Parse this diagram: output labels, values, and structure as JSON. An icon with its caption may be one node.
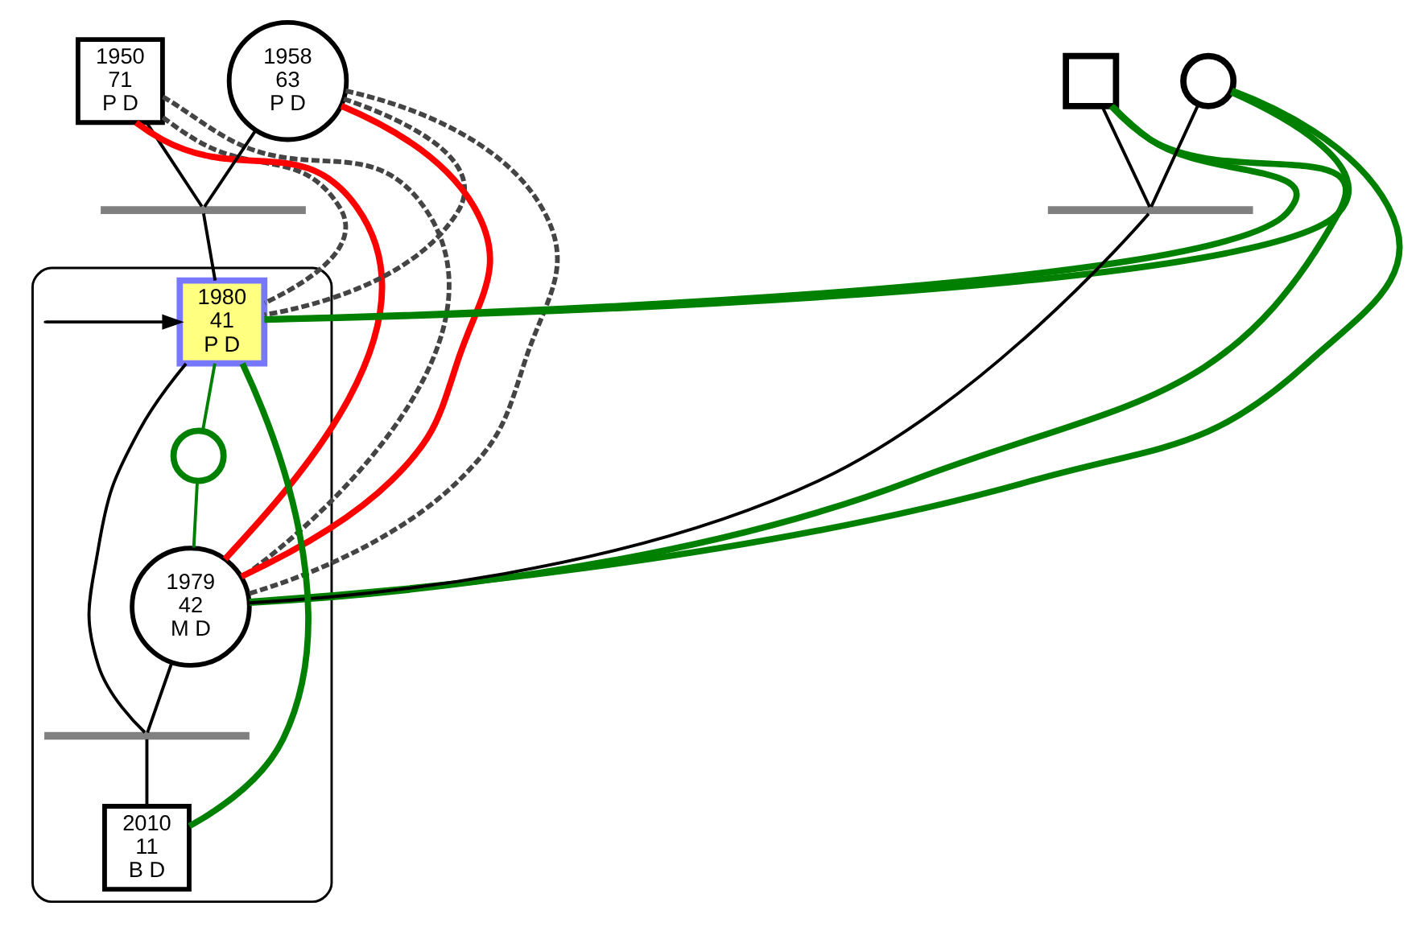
{
  "diagram": {
    "nodes": [
      {
        "text": [
          "1950",
          "71",
          "P D"
        ]
      },
      {
        "text": [
          "1958",
          "63",
          "P D"
        ]
      },
      {
        "text": [],
        "shape": "box"
      },
      {
        "text": [],
        "shape": "circle"
      },
      {
        "text": [],
        "shape": "bar"
      },
      {
        "text": [],
        "shape": "bar"
      },
      {
        "text": [],
        "shape": "ellipse"
      },
      {
        "text": [
          "1980",
          "41",
          "P D"
        ],
        "in": 6
      },
      {
        "text": [],
        "shape": "circle",
        "in": 6
      },
      {
        "text": [
          "1979",
          "42",
          "M D"
        ],
        "in": 6
      },
      {
        "text": [],
        "shape": "bar",
        "in": 6
      },
      {
        "text": [
          "2010",
          "11",
          "B D"
        ],
        "in": 6
      }
    ],
    "edges": [
      {
        "from": 0,
        "to": 4,
        "arrow": "none"
      },
      {
        "from": 1,
        "to": 4,
        "arrow": "none"
      },
      {
        "from": 4,
        "to": 7,
        "arrow": "none"
      },
      {
        "from": 2,
        "to": 5,
        "arrow": "none"
      },
      {
        "from": 3,
        "to": 5,
        "arrow": "none"
      },
      {
        "from": 5,
        "to": 9,
        "arrow": "none"
      },
      {
        "from": 7,
        "to": 10,
        "arrow": "none"
      },
      {
        "from": 9,
        "to": 10,
        "arrow": "none"
      },
      {
        "from": 10,
        "to": 11,
        "arrow": "none"
      },
      {
        "from": 0,
        "to": 9,
        "arrow": "none",
        "style": "thick",
        "color": "#ff0000"
      },
      {
        "from": 0,
        "to": 9,
        "arrow": "none",
        "style": "dashed",
        "color": "#444444"
      },
      {
        "from": 1,
        "to": 9,
        "arrow": "none",
        "style": "thick",
        "color": "#ff0000"
      },
      {
        "from": 1,
        "to": 9,
        "arrow": "none",
        "style": "dashed",
        "color": "#444444"
      },
      {
        "from": 0,
        "to": 7,
        "arrow": "none",
        "style": "dashed",
        "color": "#444444"
      },
      {
        "from": 1,
        "to": 7,
        "arrow": "none",
        "style": "dashed",
        "color": "#444444"
      },
      {
        "from": 2,
        "to": 7,
        "arrow": "none",
        "style": "thick",
        "color": "#008000"
      },
      {
        "from": 3,
        "to": 7,
        "arrow": "none",
        "style": "thick",
        "color": "#008000"
      },
      {
        "from": 2,
        "to": 9,
        "arrow": "none",
        "style": "thick",
        "color": "#008000"
      },
      {
        "from": 3,
        "to": 9,
        "arrow": "none",
        "style": "thick",
        "color": "#008000"
      },
      {
        "from": 7,
        "to": 8,
        "arrow": "none",
        "color": "#008000"
      },
      {
        "from": 8,
        "to": 9,
        "arrow": "none",
        "color": "#008000"
      },
      {
        "from": 7,
        "to": 11,
        "arrow": "none",
        "style": "thick",
        "color": "#008000"
      },
      {
        "from": null,
        "to": 7,
        "arrow": "to"
      }
    ]
  }
}
